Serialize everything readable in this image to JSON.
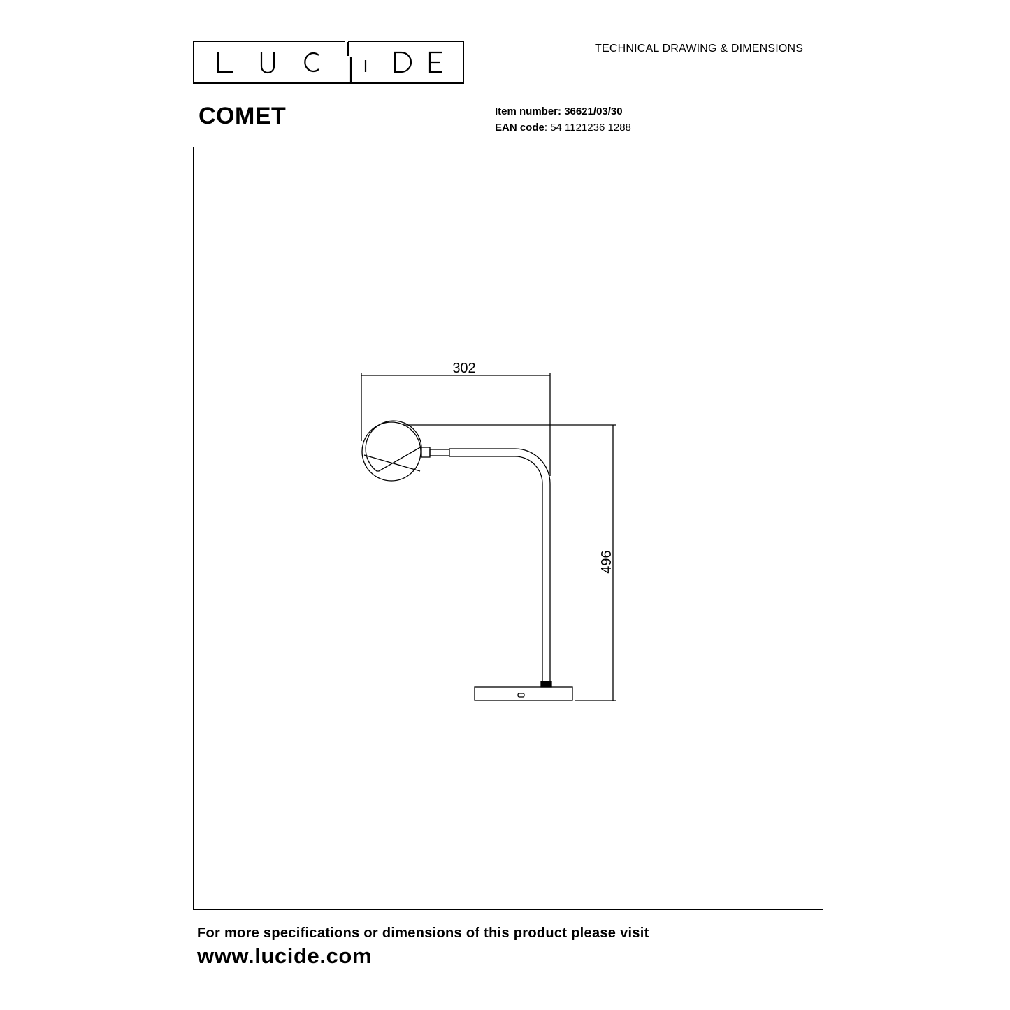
{
  "header": {
    "brand": "LUCIDE",
    "document_type": "TECHNICAL DRAWING & DIMENSIONS"
  },
  "product": {
    "name": "COMET",
    "item_number_label": "Item number",
    "item_number_value": "36621/03/30",
    "ean_label": "EAN code",
    "ean_value": "54 1121236 1288"
  },
  "drawing": {
    "width_dimension": "302",
    "height_dimension": "496"
  },
  "footer": {
    "note": "For more specifications or dimensions of this product please visit",
    "url": "www.lucide.com"
  }
}
